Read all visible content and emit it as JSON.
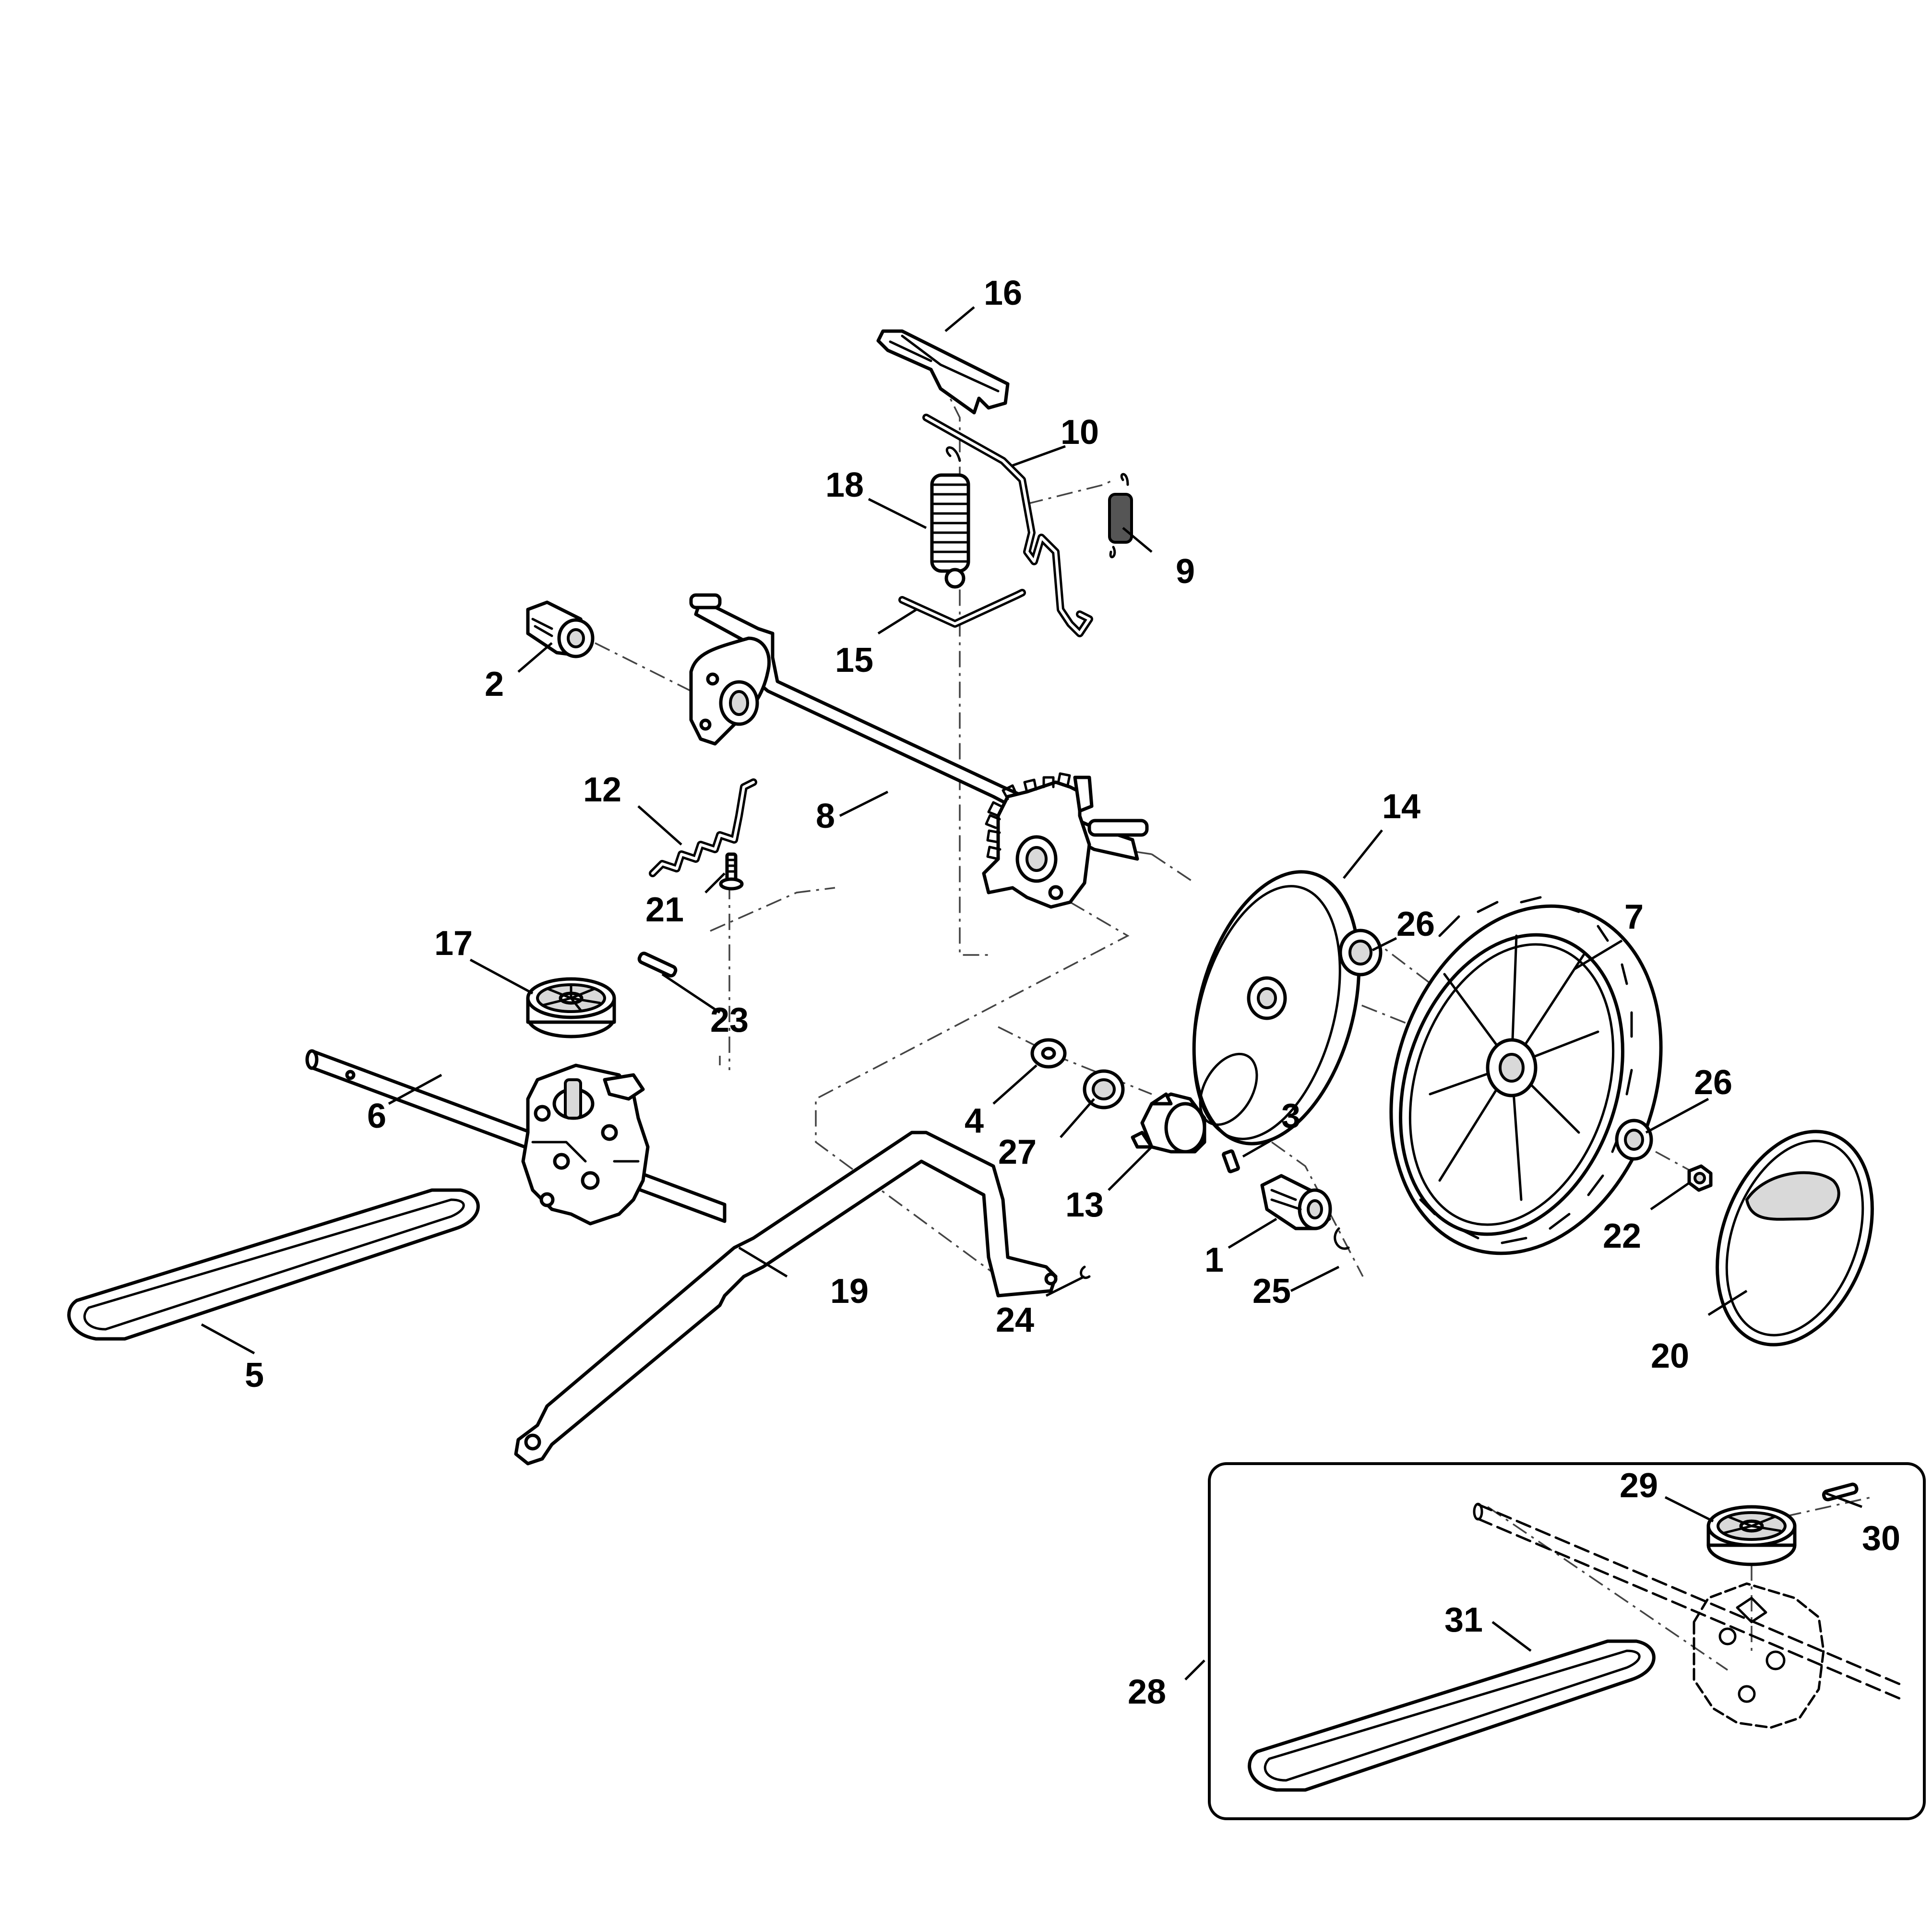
{
  "labels": [
    {
      "id": "1",
      "text": "1"
    },
    {
      "id": "2",
      "text": "2"
    },
    {
      "id": "3",
      "text": "3"
    },
    {
      "id": "4",
      "text": "4"
    },
    {
      "id": "5",
      "text": "5"
    },
    {
      "id": "6",
      "text": "6"
    },
    {
      "id": "7",
      "text": "7"
    },
    {
      "id": "8",
      "text": "8"
    },
    {
      "id": "9",
      "text": "9"
    },
    {
      "id": "10",
      "text": "10"
    },
    {
      "id": "12",
      "text": "12"
    },
    {
      "id": "13",
      "text": "13"
    },
    {
      "id": "14",
      "text": "14"
    },
    {
      "id": "15",
      "text": "15"
    },
    {
      "id": "16",
      "text": "16"
    },
    {
      "id": "17",
      "text": "17"
    },
    {
      "id": "18",
      "text": "18"
    },
    {
      "id": "19",
      "text": "19"
    },
    {
      "id": "20",
      "text": "20"
    },
    {
      "id": "21",
      "text": "21"
    },
    {
      "id": "22",
      "text": "22"
    },
    {
      "id": "23",
      "text": "23"
    },
    {
      "id": "24",
      "text": "24"
    },
    {
      "id": "25",
      "text": "25"
    },
    {
      "id": "26a",
      "text": "26"
    },
    {
      "id": "26b",
      "text": "26"
    },
    {
      "id": "27",
      "text": "27"
    },
    {
      "id": "28",
      "text": "28"
    },
    {
      "id": "29",
      "text": "29"
    },
    {
      "id": "30",
      "text": "30"
    },
    {
      "id": "31",
      "text": "31"
    }
  ]
}
